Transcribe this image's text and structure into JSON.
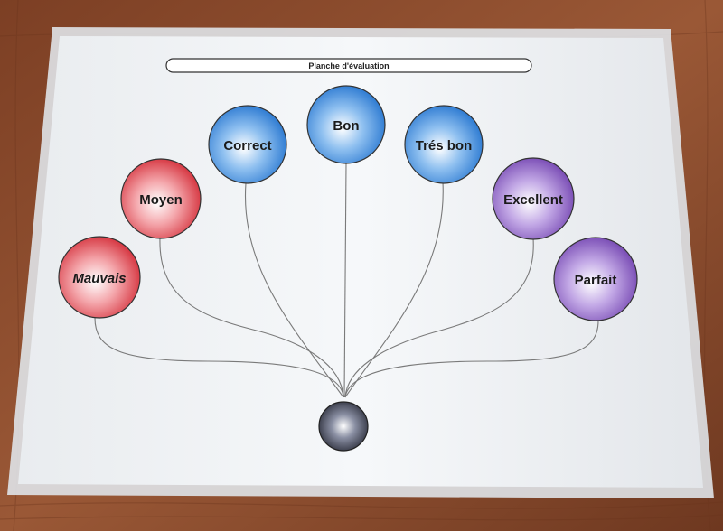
{
  "sheet": {
    "title": "Planche d'évaluation"
  },
  "levels": [
    {
      "id": "mauvais",
      "label": "Mauvais",
      "color": "#d8313c"
    },
    {
      "id": "moyen",
      "label": "Moyen",
      "color": "#d8313c"
    },
    {
      "id": "correct",
      "label": "Correct",
      "color": "#2f7fd6"
    },
    {
      "id": "bon",
      "label": "Bon",
      "color": "#2f7fd6"
    },
    {
      "id": "tres-bon",
      "label": "Trés bon",
      "color": "#2f7fd6"
    },
    {
      "id": "excellent",
      "label": "Excellent",
      "color": "#7b4fb5"
    },
    {
      "id": "parfait",
      "label": "Parfait",
      "color": "#7b4fb5"
    }
  ],
  "colors": {
    "table_wood": "#8a4a2c",
    "paper": "#f4f6f8",
    "stem_line": "#7a7a7a",
    "base_ball": "#2a2d3a"
  }
}
